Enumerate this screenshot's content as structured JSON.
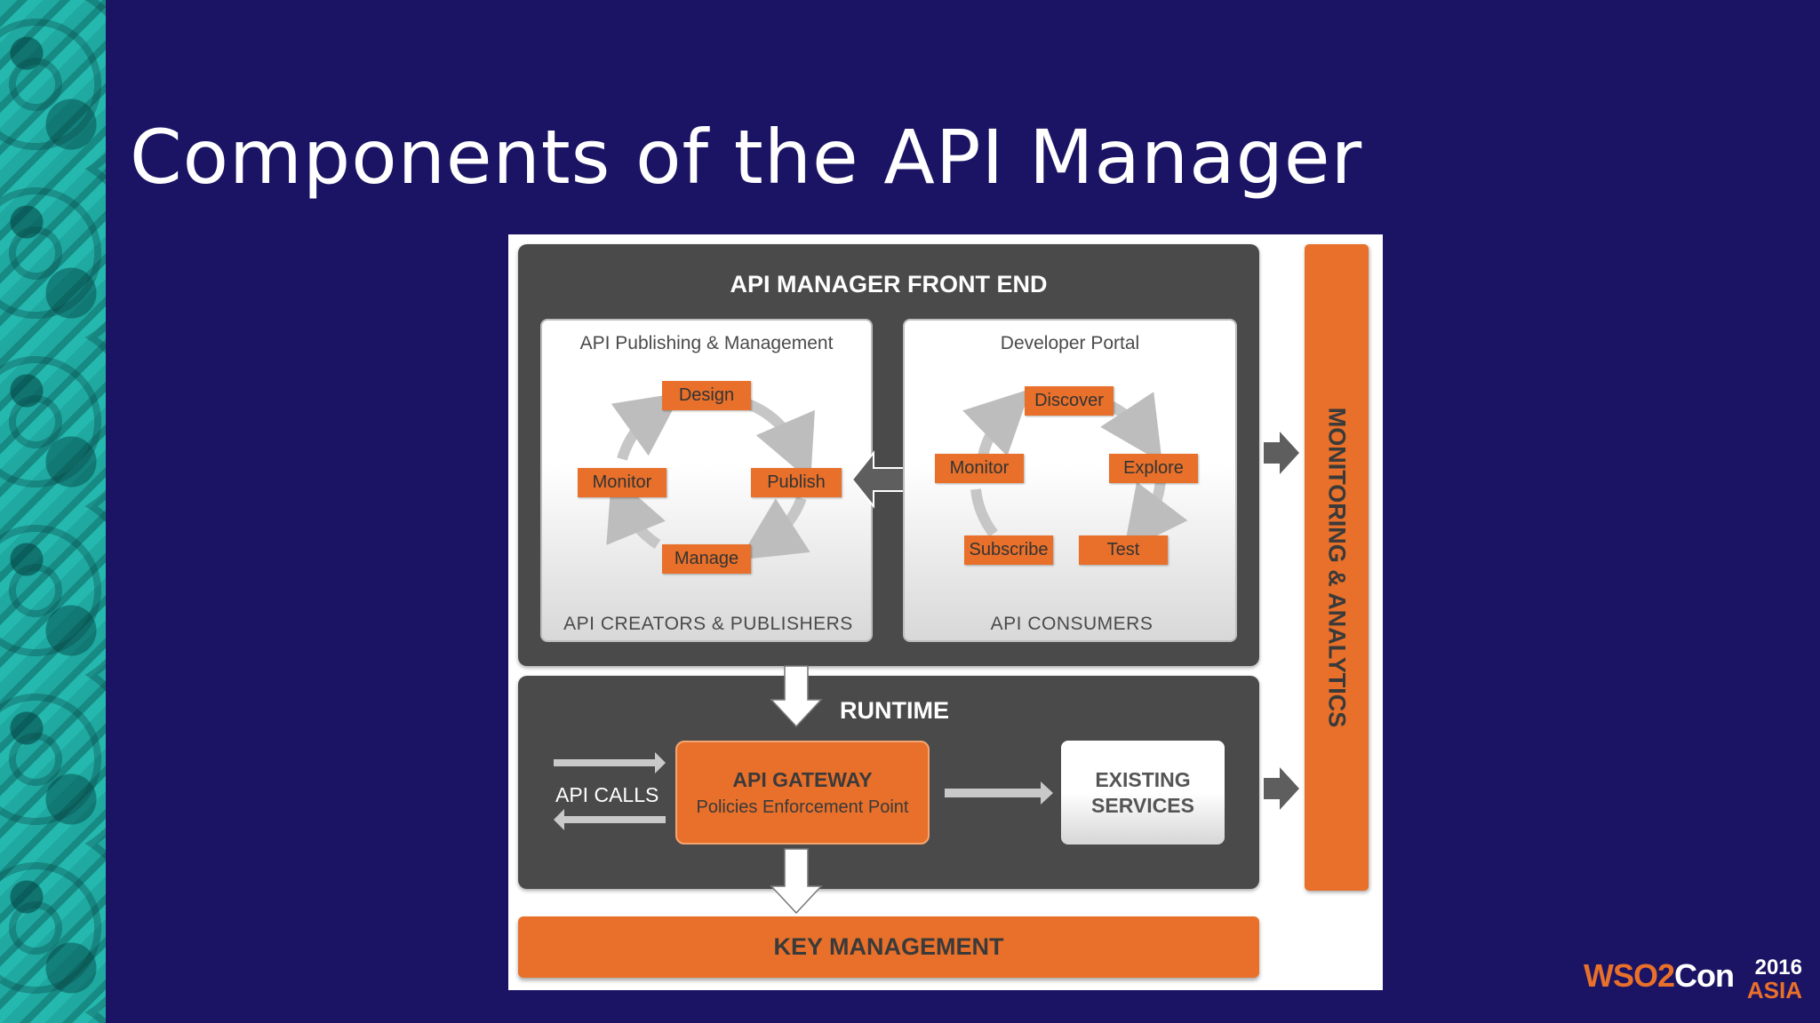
{
  "slide": {
    "title": "Components of the API Manager"
  },
  "colors": {
    "background": "#1b1464",
    "accent": "#e8702a",
    "panel": "#4a4a4a"
  },
  "diagram": {
    "front_end": {
      "title": "API MANAGER FRONT END",
      "publishing": {
        "title": "API Publishing & Management",
        "cycle": [
          "Design",
          "Publish",
          "Manage",
          "Monitor"
        ],
        "footer": "API CREATORS & PUBLISHERS"
      },
      "portal": {
        "title": "Developer Portal",
        "cycle": [
          "Discover",
          "Explore",
          "Test",
          "Subscribe",
          "Monitor"
        ],
        "footer": "API CONSUMERS"
      }
    },
    "runtime": {
      "title": "RUNTIME",
      "api_calls": "API CALLS",
      "gateway_title": "API GATEWAY",
      "gateway_subtitle": "Policies Enforcement Point",
      "existing_line1": "EXISTING",
      "existing_line2": "SERVICES"
    },
    "key_management": "KEY MANAGEMENT",
    "monitoring": "MONITORING & ANALYTICS"
  },
  "logo": {
    "brand_prefix": "WSO2",
    "brand_suffix": "Con",
    "year": "2016",
    "region": "ASIA"
  }
}
